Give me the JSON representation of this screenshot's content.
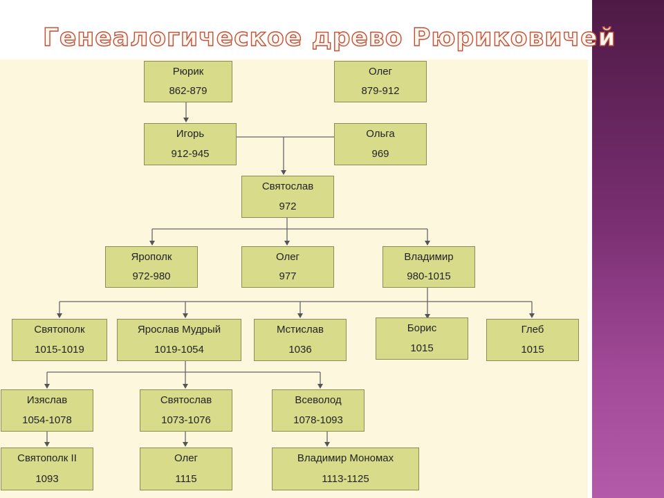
{
  "title": "Генеалогическое древо Рюриковичей",
  "colors": {
    "box_fill": "#d8dc8a",
    "box_border": "#8a8c58",
    "canvas_bg": "#fdf7dd",
    "title_outline": "#c0503a",
    "side_panel": "#7a2f72"
  },
  "nodes": [
    {
      "id": "rurik",
      "name": "Рюрик",
      "years": "862-879"
    },
    {
      "id": "oleg1",
      "name": "Олег",
      "years": "879-912"
    },
    {
      "id": "igor",
      "name": "Игорь",
      "years": "912-945"
    },
    {
      "id": "olga",
      "name": "Ольга",
      "years": "969"
    },
    {
      "id": "svyatoslav1",
      "name": "Святослав",
      "years": "972"
    },
    {
      "id": "yaropolk",
      "name": "Ярополк",
      "years": "972-980"
    },
    {
      "id": "oleg2",
      "name": "Олег",
      "years": "977"
    },
    {
      "id": "vladimir",
      "name": "Владимир",
      "years": "980-1015"
    },
    {
      "id": "svyatopolk1",
      "name": "Святополк",
      "years": "1015-1019"
    },
    {
      "id": "yaroslav",
      "name": "Ярослав Мудрый",
      "years": "1019-1054"
    },
    {
      "id": "mstislav",
      "name": "Мстислав",
      "years": "1036"
    },
    {
      "id": "boris",
      "name": "Борис",
      "years": "1015"
    },
    {
      "id": "gleb",
      "name": "Глеб",
      "years": "1015"
    },
    {
      "id": "izyaslav",
      "name": "Изяслав",
      "years": "1054-1078"
    },
    {
      "id": "svyatoslav2",
      "name": "Святослав",
      "years": "1073-1076"
    },
    {
      "id": "vsevolod",
      "name": "Всеволод",
      "years": "1078-1093"
    },
    {
      "id": "svyatopolk2",
      "name": "Святополк II",
      "years": "1093"
    },
    {
      "id": "oleg3",
      "name": "Олег",
      "years": "1115"
    },
    {
      "id": "monomakh",
      "name": "Владимир Мономах",
      "years": "1113-1125"
    }
  ]
}
